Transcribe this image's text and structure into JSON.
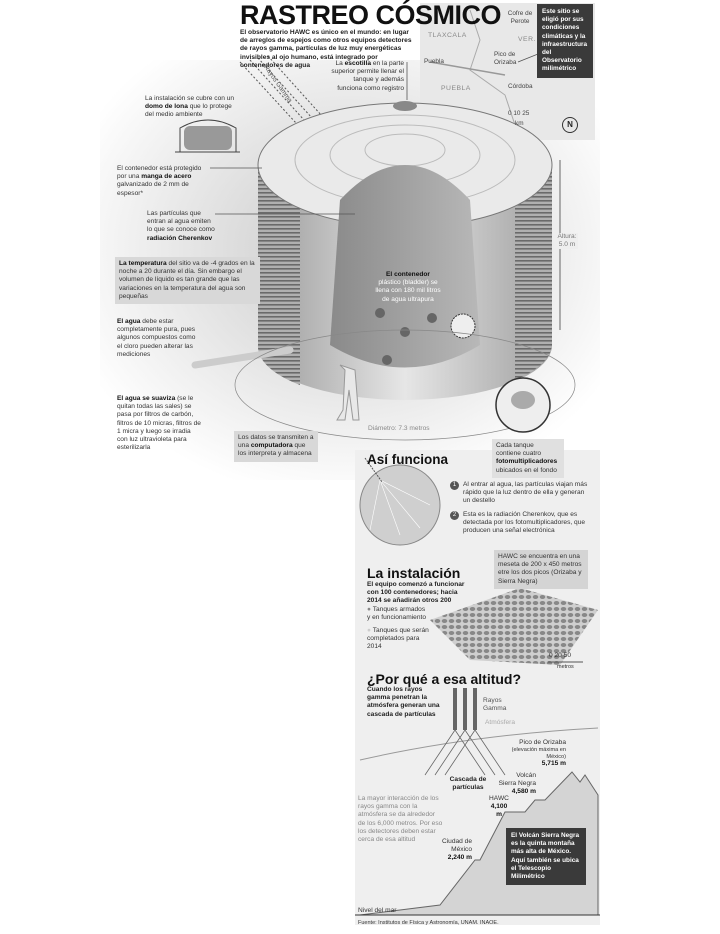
{
  "title": "RASTREO CÓSMICO",
  "intro": "El observatorio HAWC es único en el mundo: en lugar de arreglos de espejos como otros equipos detectores de rayos gamma, partículas de luz muy energéticas invisibles al ojo humano, está integrado por contenedores de agua",
  "map": {
    "cofre": "Cofre de Perote",
    "tlaxcala": "TLAXCALA",
    "ver": "VER.",
    "puebla_city": "Puebla",
    "pico": "Pico de Orizaba",
    "puebla_state": "PUEBLA",
    "cordoba": "Córdoba",
    "scale": "0  10  25",
    "scale_unit": "km",
    "north": "N"
  },
  "site_note": "Este sitio se eligió por sus condiciones climáticas y la infraestructura del Observatorio milimétrico",
  "rays_label": "Rayos Gamma",
  "escotilla": {
    "pre": "La ",
    "bold": "escotilla",
    "post": " en la parte superior permite llenar el tanque y además funciona como registro"
  },
  "domo": {
    "pre": "La instalación se cubre con un ",
    "bold": "domo de lona",
    "post": " que lo protege del medio ambiente"
  },
  "manga": {
    "pre": "El contenedor está protegido por una ",
    "bold": "manga de acero",
    "post": " galvanizado de 2 mm de espesor*"
  },
  "cherenkov": {
    "pre": "Las partículas que entran al agua emiten lo que se conoce como ",
    "bold": "radiación Cherenkov",
    "post": ""
  },
  "temperatura": {
    "bold": "La temperatura",
    "post": " del sitio va de -4 grados en la noche a 20 durante el día. Sin embargo el volumen de líquido es tan grande que las variaciones en la temperatura del agua son pequeñas"
  },
  "agua_pura": {
    "bold": "El agua",
    "post": " debe estar completamente pura, pues algunos compuestos como el cloro pueden alterar las mediciones"
  },
  "agua_suave": {
    "bold": "El agua se suaviza",
    "post": " (se le quitan todas las sales) se pasa por filtros de carbón, filtros de 10 micras, filtros de 1 micra y luego se irradia con luz ultravioleta para esterilizarla"
  },
  "datos": {
    "pre": "Los datos se transmiten a una ",
    "bold": "computadora",
    "post": " que los interpreta y almacena"
  },
  "contenedor": {
    "bold": "El contenedor",
    "post": " plástico (bladder) se llena con 180 mil litros de agua ultrapura"
  },
  "diametro": "Diámetro: 7.3 metros",
  "altura": "Altura: 5.0 m",
  "fotomult": {
    "pre": "Cada tanque contiene cuatro ",
    "bold": "fotomultiplicadores",
    "post": " ubicados en el fondo"
  },
  "asi": {
    "title": "Así funciona",
    "steps": [
      {
        "n": "1",
        "text": "Al entrar al agua, las partículas viajan más rápido que la luz dentro de ella y generan un destello"
      },
      {
        "n": "2",
        "text": "Esta es la radiación Cherenkov, que es detectada por los fotomultiplicadores, que producen una señal electrónica"
      }
    ]
  },
  "instalacion": {
    "title": "La instalación",
    "desc": "El equipo comenzó a funcionar con 100 contenedores; hacia 2014 se añadirán otros 200",
    "legend": [
      "Tanques armados y en funcionamiento",
      "Tanques que serán completados para 2014"
    ],
    "note": "HAWC se encuentra en una meseta de 200 x 450 metros etre los dos picos (Orizaba y Sierra Negra)",
    "scale": "0   20   50",
    "scale_unit": "metros"
  },
  "altitud": {
    "title": "¿Por qué a esa altitud?",
    "desc": "Cuando los rayos gamma penetran la atmósfera generan una cascada de partículas",
    "rays": "Rayos Gamma",
    "atmos": "Atmósfera",
    "cascada": "Cascada de partículas",
    "note": "La mayor interacción de los rayos gamma con la atmósfera se da alrededor de los 6,000 metros. Por eso los detectores deben estar cerca de esa altitud",
    "peaks": [
      {
        "name": "Pico de Orizaba",
        "sub": "(elevación máxima en México)",
        "alt": "5,715 m"
      },
      {
        "name": "Volcán Sierra Negra",
        "sub": "",
        "alt": "4,580 m"
      },
      {
        "name": "HAWC",
        "sub": "",
        "alt": "4,100 m"
      },
      {
        "name": "Ciudad de México",
        "sub": "",
        "alt": "2,240 m"
      }
    ],
    "sea": "Nivel del mar",
    "sierra_note": "El Volcán Sierra Negra es la quinta montaña más alta de México. Aquí también se ubica el Telescopio Milimétrico"
  },
  "source": "Fuente: Institutos de Física y Astronomía, UNAM. INAOE."
}
